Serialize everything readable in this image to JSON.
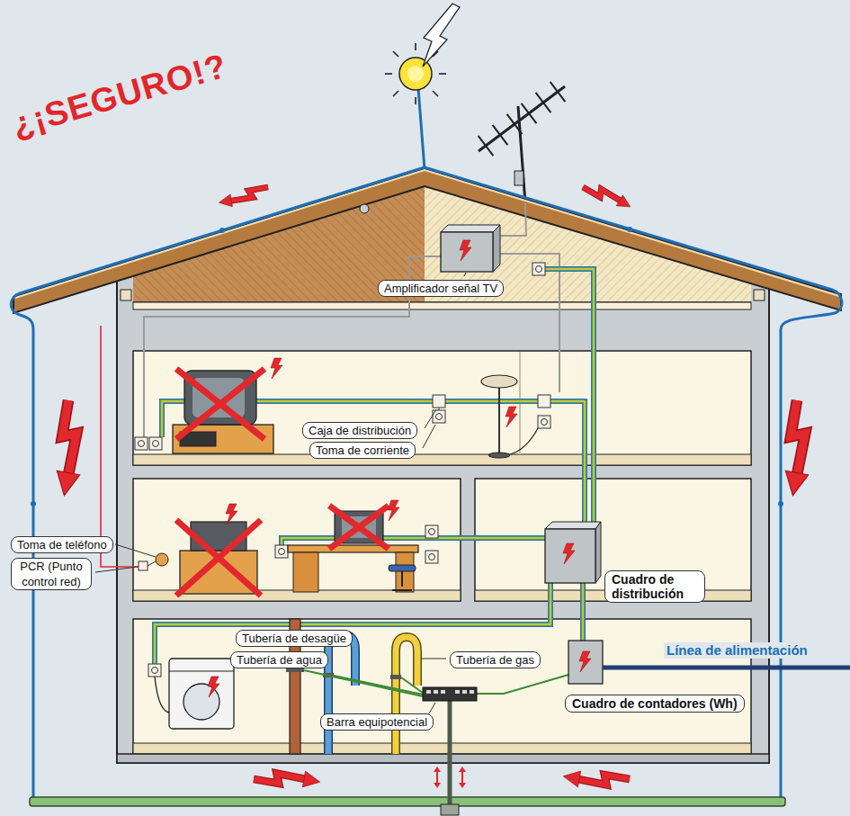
{
  "diagram": {
    "nodes": [
      {
        "text": [
          "Amplificador señal TV"
        ]
      },
      {
        "text": [
          "Caja de distribución"
        ]
      },
      {
        "text": [
          "Toma de corriente"
        ]
      },
      {
        "text": [
          "Toma de teléfono"
        ]
      },
      {
        "text": [
          "PCR (Punto control red)"
        ]
      },
      {
        "text": [
          "Cuadro de distribución"
        ]
      },
      {
        "text": [
          "Tubería de desagüe"
        ]
      },
      {
        "text": [
          "Tubería de agua"
        ]
      },
      {
        "text": [
          "Tubería de gas"
        ]
      },
      {
        "text": [
          "Cuadro de contadores (Wh)"
        ]
      },
      {
        "text": [
          "Barra equipotencial"
        ]
      }
    ],
    "labels": [
      "¿¡SEGURO!?",
      "Línea de alimentación"
    ]
  }
}
